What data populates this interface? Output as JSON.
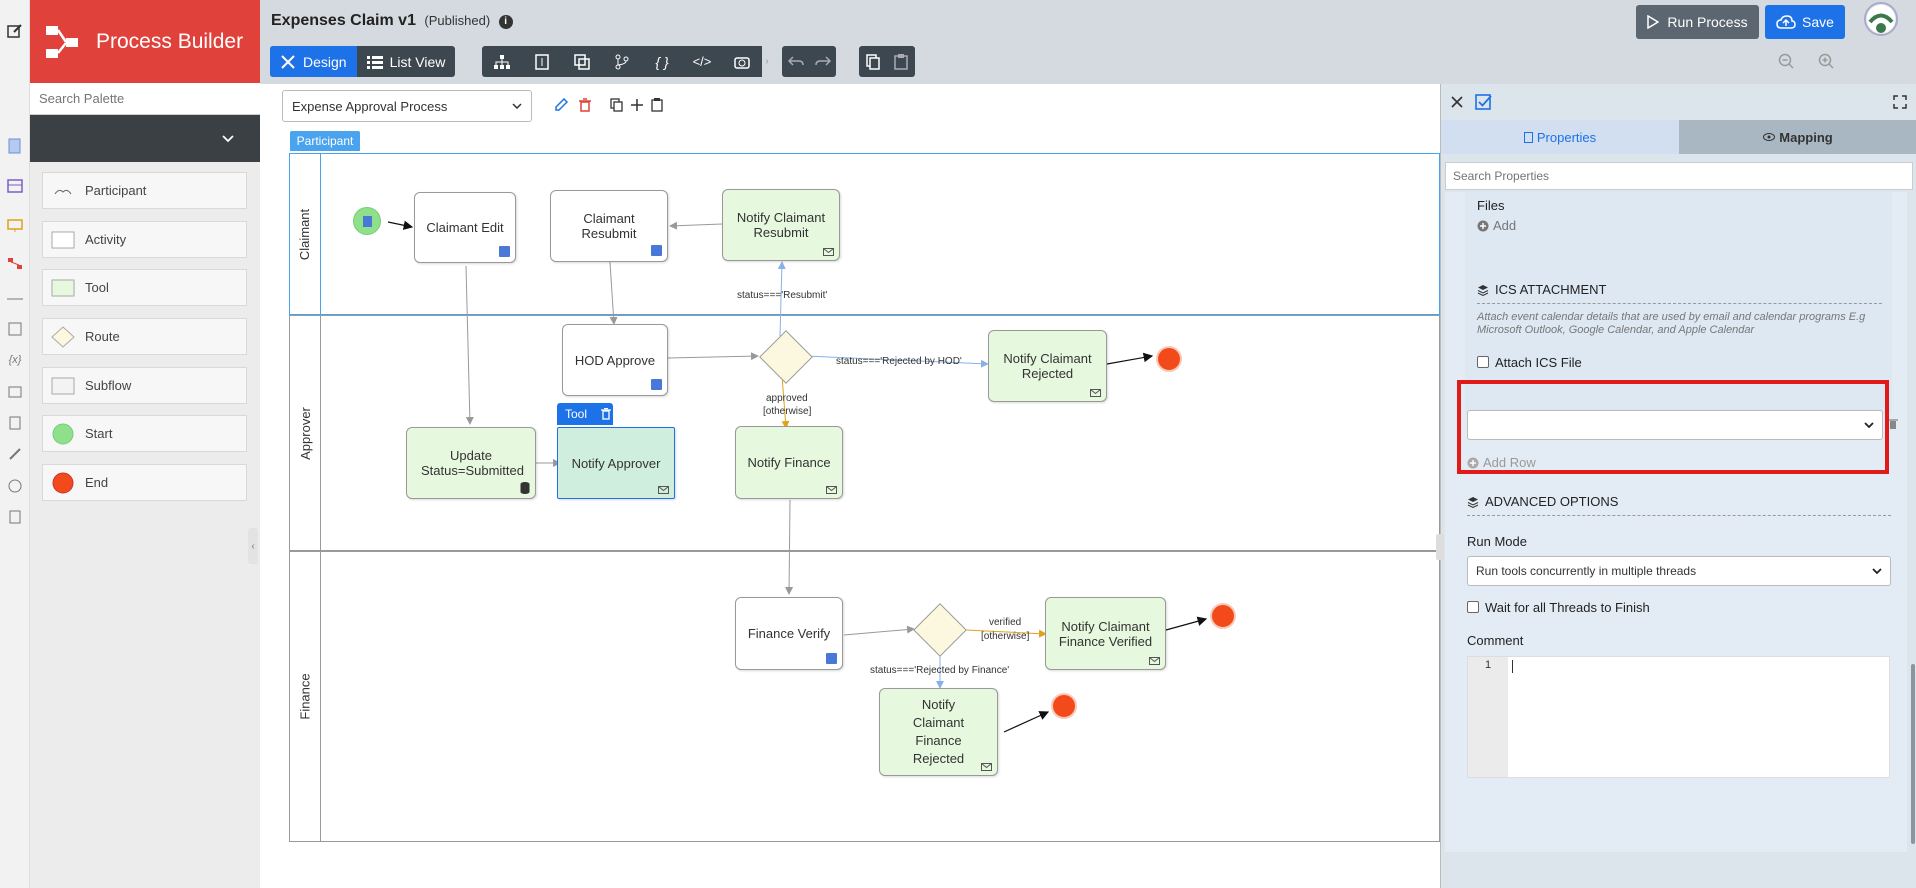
{
  "palette": {
    "brand": "Process Builder",
    "search_placeholder": "Search Palette",
    "items": [
      {
        "label": "Participant",
        "icon": "participant-icon"
      },
      {
        "label": "Activity",
        "icon": "activity-icon"
      },
      {
        "label": "Tool",
        "icon": "tool-icon"
      },
      {
        "label": "Route",
        "icon": "route-icon"
      },
      {
        "label": "Subflow",
        "icon": "subflow-icon"
      },
      {
        "label": "Start",
        "icon": "start-icon"
      },
      {
        "label": "End",
        "icon": "end-icon"
      }
    ]
  },
  "header": {
    "title": "Expenses Claim v1",
    "status": "(Published)",
    "design_label": "Design",
    "list_view_label": "List View",
    "run_label": "Run Process",
    "save_label": "Save"
  },
  "canvas": {
    "process_selected": "Expense Approval Process",
    "participant_tag": "Participant",
    "lanes": [
      "Claimant",
      "Approver",
      "Finance"
    ],
    "nodes": {
      "claimant_edit": "Claimant Edit",
      "claimant_resubmit": "Claimant Resubmit",
      "notify_claimant_resubmit": "Notify Claimant Resubmit",
      "hod_approve": "HOD Approve",
      "notify_claimant_rejected": "Notify Claimant Rejected",
      "update_status": "Update Status=Submitted",
      "notify_approver": "Notify Approver",
      "notify_finance": "Notify Finance",
      "finance_verify": "Finance Verify",
      "notify_claimant_finance_verified": "Notify Claimant Finance Verified",
      "notify_claimant_finance_rejected": "Notify Claimant Finance Rejected"
    },
    "tool_tag": "Tool",
    "transitions": {
      "resubmit": "status==='Resubmit'",
      "rejected_hod": "status==='Rejected by HOD'",
      "approved": "approved",
      "otherwise1": "[otherwise]",
      "verified": "verified",
      "otherwise2": "[otherwise]",
      "rejected_finance": "status==='Rejected by Finance'"
    }
  },
  "panel": {
    "tab_properties": "Properties",
    "tab_mapping": "Mapping",
    "search_placeholder": "Search Properties",
    "files_label": "Files",
    "add_label": "Add",
    "ics_title": "ICS ATTACHMENT",
    "ics_desc": "Attach event calendar details that are used by email and calendar programs E.g Microsoft Outlook, Google Calendar, and Apple Calendar",
    "attach_ics_label": "Attach ICS File",
    "add_row_label": "Add Row",
    "advanced_title": "ADVANCED OPTIONS",
    "run_mode_label": "Run Mode",
    "run_mode_value": "Run tools concurrently in multiple threads",
    "wait_label": "Wait for all Threads to Finish",
    "comment_label": "Comment",
    "line_number": "1"
  },
  "colors": {
    "brand_red": "#e0413a",
    "accent_blue": "#1d72e8",
    "highlight_red": "#e01919",
    "tool_green": "#e6f8de",
    "end_orange": "#f34a1c",
    "start_green": "#8ee08a"
  }
}
